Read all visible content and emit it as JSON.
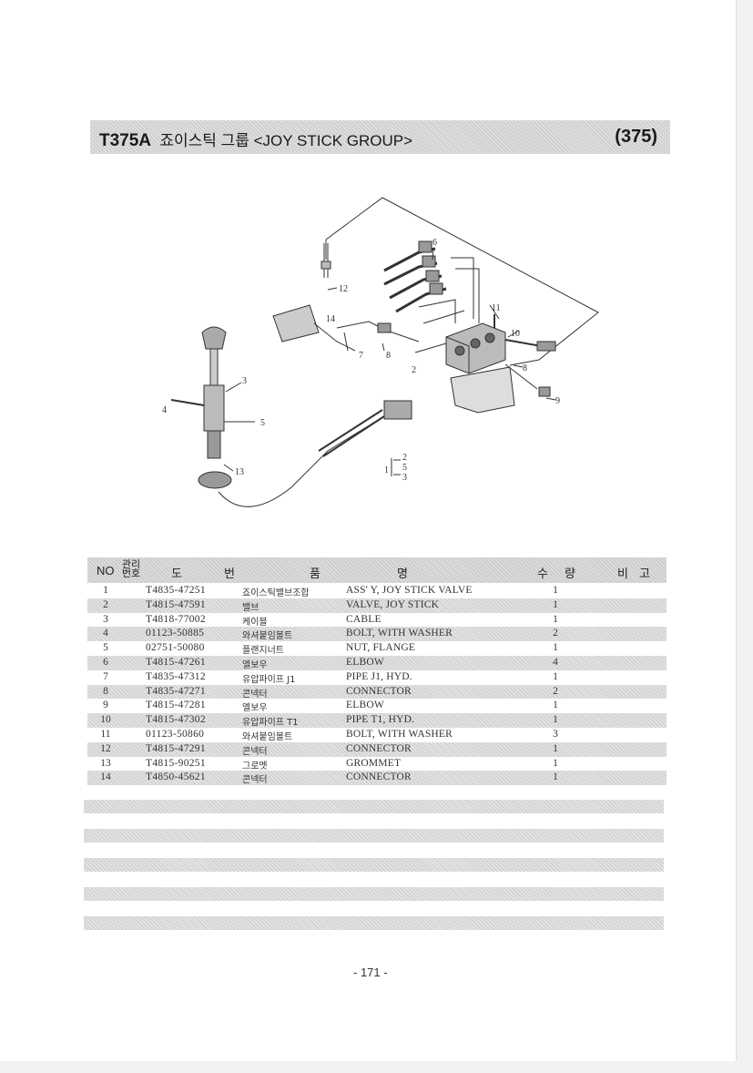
{
  "header": {
    "code": "T375A",
    "title": "죠이스틱 그룹 <JOY STICK GROUP>",
    "page_ref": "(375)"
  },
  "diagram": {
    "callouts": [
      "1",
      "2",
      "3",
      "4",
      "5",
      "6",
      "7",
      "8",
      "8",
      "9",
      "10",
      "11",
      "12",
      "13",
      "14"
    ],
    "legend": [
      "2",
      "5",
      "3"
    ]
  },
  "table": {
    "headers": {
      "no": "NO",
      "mgmt_top": "관리",
      "mgmt_bottom": "번호",
      "drawing_1": "도",
      "drawing_2": "번",
      "name_1": "품",
      "name_2": "명",
      "qty_1": "수",
      "qty_2": "량",
      "remark_1": "비",
      "remark_2": "고"
    },
    "rows": [
      {
        "no": "1",
        "part": "T4835-47251",
        "kr": "죠이스틱밸브조합",
        "en": "ASS' Y, JOY STICK VALVE",
        "qty": "1"
      },
      {
        "no": "2",
        "part": "T4815-47591",
        "kr": "밸브",
        "en": "VALVE, JOY STICK",
        "qty": "1"
      },
      {
        "no": "3",
        "part": "T4818-77002",
        "kr": "케이블",
        "en": "CABLE",
        "qty": "1"
      },
      {
        "no": "4",
        "part": "01123-50885",
        "kr": "와셔붙임볼트",
        "en": "BOLT, WITH WASHER",
        "qty": "2"
      },
      {
        "no": "5",
        "part": "02751-50080",
        "kr": "플랜지너트",
        "en": "NUT, FLANGE",
        "qty": "1"
      },
      {
        "no": "6",
        "part": "T4815-47261",
        "kr": "엘보우",
        "en": "ELBOW",
        "qty": "4"
      },
      {
        "no": "7",
        "part": "T4835-47312",
        "kr": "유압파이프 J1",
        "en": "PIPE J1, HYD.",
        "qty": "1"
      },
      {
        "no": "8",
        "part": "T4835-47271",
        "kr": "콘넥터",
        "en": "CONNECTOR",
        "qty": "2"
      },
      {
        "no": "9",
        "part": "T4815-47281",
        "kr": "엘보우",
        "en": "ELBOW",
        "qty": "1"
      },
      {
        "no": "10",
        "part": "T4815-47302",
        "kr": "유압파이프 T1",
        "en": "PIPE T1, HYD.",
        "qty": "1"
      },
      {
        "no": "11",
        "part": "01123-50860",
        "kr": "와셔붙임볼트",
        "en": "BOLT, WITH WASHER",
        "qty": "3"
      },
      {
        "no": "12",
        "part": "T4815-47291",
        "kr": "콘넥터",
        "en": "CONNECTOR",
        "qty": "1"
      },
      {
        "no": "13",
        "part": "T4815-90251",
        "kr": "그로멧",
        "en": "GROMMET",
        "qty": "1"
      },
      {
        "no": "14",
        "part": "T4850-45621",
        "kr": "콘넥터",
        "en": "CONNECTOR",
        "qty": "1"
      }
    ]
  },
  "footer": {
    "page_number": "- 171 -"
  }
}
